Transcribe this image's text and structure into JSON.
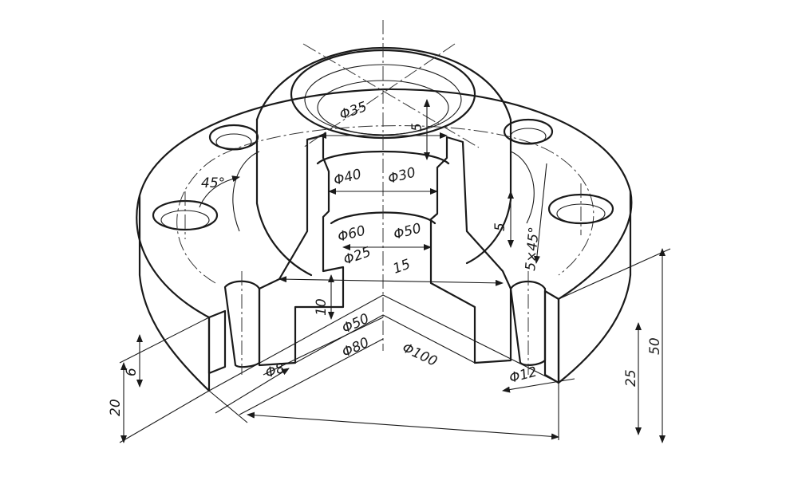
{
  "labels": {
    "d35": "Φ35",
    "d40": "Φ40",
    "d30": "Φ30",
    "d60": "Φ60",
    "d50_top": "Φ50",
    "d25": "Φ25",
    "d50": "Φ50",
    "d80": "Φ80",
    "d100": "Φ100",
    "d8": "Φ8",
    "d12": "Φ12",
    "angle45": "45°",
    "chamfer": "5×45°",
    "h5_top": "5",
    "h5_mid": "5",
    "h15": "15",
    "h10": "10",
    "h6": "6",
    "h20": "20",
    "h25": "25",
    "h50": "50"
  }
}
